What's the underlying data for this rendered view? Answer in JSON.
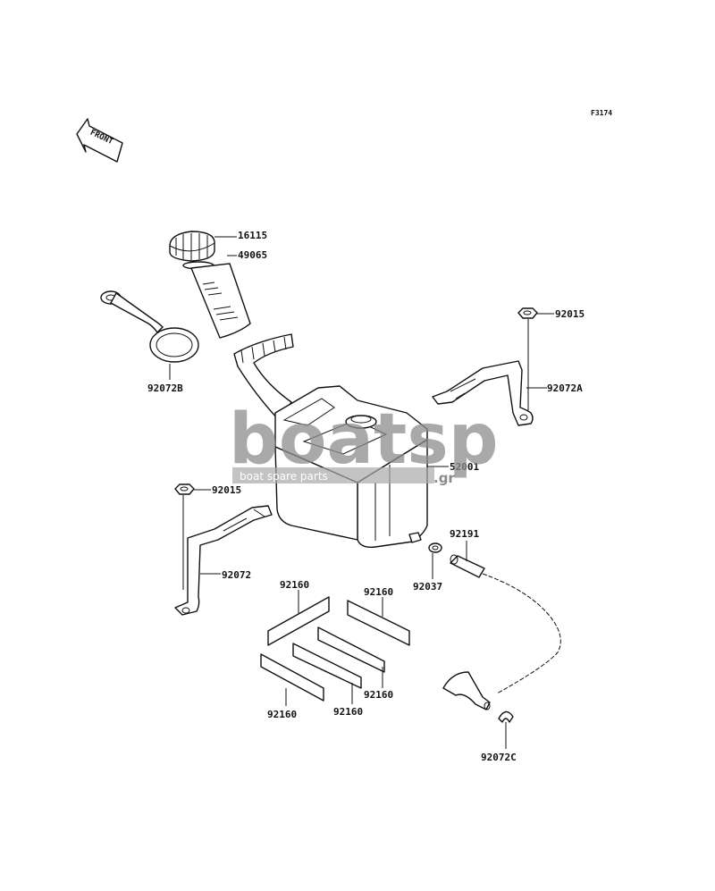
{
  "figure_code": "F3174",
  "front_label": "FRONT",
  "watermark": {
    "logo_text": "boatsp",
    "tagline": "boat spare parts",
    "domain_suffix": ".gr"
  },
  "callouts": {
    "cap": "16115",
    "gasket": "49065",
    "strap_left_top": "92072B",
    "nut_right": "92015",
    "bracket_right": "92072A",
    "tank": "52001",
    "nut_left": "92015",
    "bracket_left": "92072",
    "hose": "92191",
    "clamp_small": "92037",
    "pad_1": "92160",
    "pad_2": "92160",
    "pad_3": "92160",
    "pad_4": "92160",
    "pad_5": "92160",
    "clamp_hose": "92072C"
  }
}
